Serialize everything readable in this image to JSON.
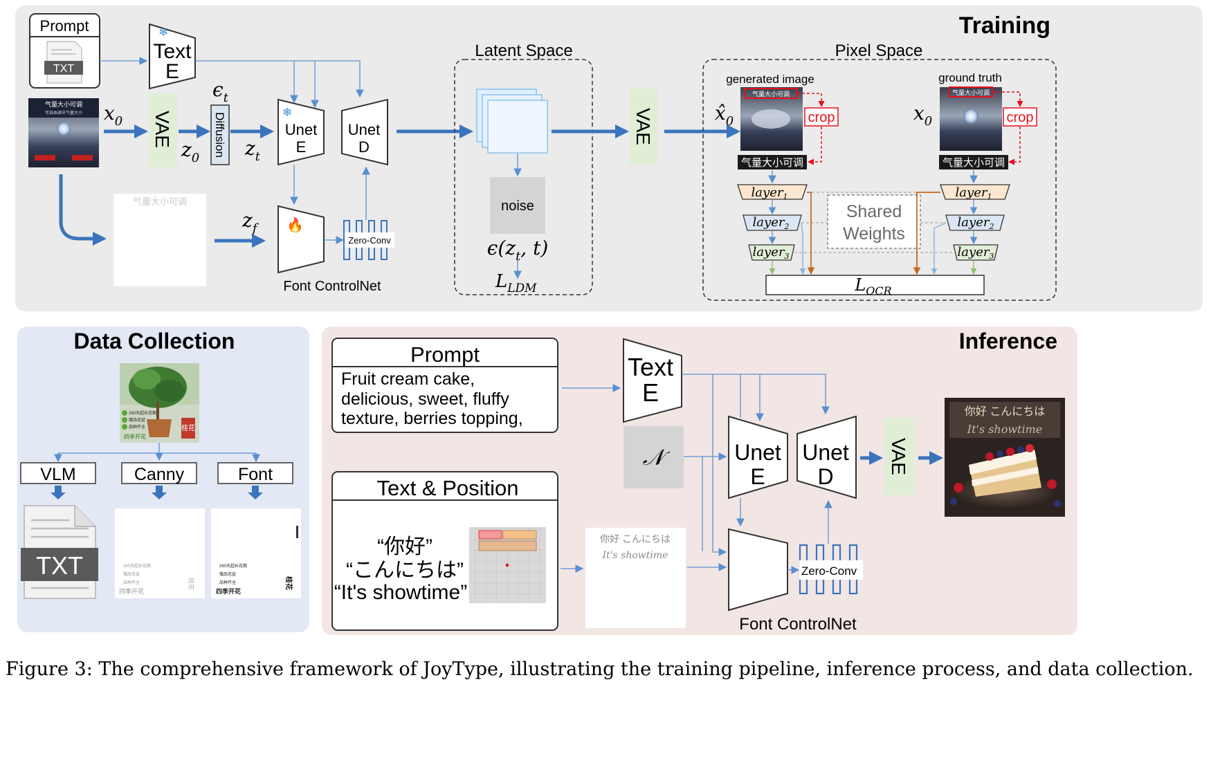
{
  "training": {
    "title": "Training",
    "prompt_label": "Prompt",
    "txt_label": "TXT",
    "text_encoder": [
      "Text",
      "E"
    ],
    "vae_label": "VAE",
    "x0": "x",
    "x0_sub": "0",
    "z0": "z",
    "z0_sub": "0",
    "eps": "ϵ",
    "eps_sub": "t",
    "diffusion_label": "Diffusion",
    "zt": "z",
    "zt_sub": "t",
    "zf": "z",
    "zf_sub": "f",
    "unet_e": [
      "Unet",
      "E"
    ],
    "unet_d": [
      "Unet",
      "D"
    ],
    "zero_conv": "Zero-Conv",
    "font_controlnet": "Font ControlNet",
    "latent_space": "Latent Space",
    "noise": "noise",
    "eps_pred": "ϵ(z",
    "eps_pred_sub": "t",
    "eps_pred_tail": ", t)",
    "l_ldm": "L",
    "l_ldm_sub": "LDM",
    "vae2_label": "VAE",
    "pixel_space": "Pixel Space",
    "generated_image": "generated image",
    "ground_truth": "ground truth",
    "xhat0": "x̂",
    "xhat0_sub": "0",
    "x0b": "x",
    "x0b_sub": "0",
    "crop": "crop",
    "crop_text": "气量大小可调",
    "layers": [
      {
        "name": "layer",
        "sub": "1"
      },
      {
        "name": "layer",
        "sub": "2"
      },
      {
        "name": "layer",
        "sub": "3"
      }
    ],
    "shared_weights": [
      "Shared",
      "Weights"
    ],
    "l_ocr": "L",
    "l_ocr_sub": "OCR",
    "product_text": "气量大小可调",
    "product_sub": "可自由调节气量大小",
    "render_text": "气量大小可调"
  },
  "data_collection": {
    "title": "Data Collection",
    "branches": [
      "VLM",
      "Canny",
      "Font"
    ],
    "txt_label": "TXT",
    "photo_lines": [
      "260天超长花期",
      "赠品花盆",
      "品种齐全"
    ],
    "photo_footer": "四季开花",
    "photo_tag": "桂花"
  },
  "inference": {
    "title": "Inference",
    "prompt_title": "Prompt",
    "prompt_lines": [
      "Fruit cream cake,",
      "delicious, sweet, fluffy",
      "texture, berries topping,"
    ],
    "text_position_title": "Text & Position",
    "quotes": [
      "“你好”",
      "“こんにちは”",
      "“It's showtime”"
    ],
    "text_encoder": [
      "Text",
      "E"
    ],
    "noise_symbol": "𝒩",
    "unet_e": [
      "Unet",
      "E"
    ],
    "unet_d": [
      "Unet",
      "D"
    ],
    "vae_label": "VAE",
    "zero_conv": "Zero-Conv",
    "font_controlnet": "Font ControlNet",
    "glyph_lines": [
      "你好 こんにちは",
      "It's showtime"
    ],
    "cake_lines": [
      "你好 こんにちは",
      "It's showtime"
    ]
  },
  "caption": "Figure 3: The comprehensive framework of JoyType, illustrating the training pipeline, inference process, and data collection.",
  "colors": {
    "training_bg": "#ebebeb",
    "data_bg": "#e3e8f5",
    "inference_bg": "#f2e6e4",
    "arrow_blue": "#3a74bd",
    "vae_green": "#e0eed6",
    "crop_red": "#e8101a",
    "noise_gray": "#d4d4d4",
    "layer1_fill": "#fbe6cf",
    "layer2_fill": "#dbe6f4",
    "layer3_fill": "#e2eed7",
    "orange_line": "#c66a1e",
    "green_line": "#90c06a",
    "lightblue_line": "#8bb3df"
  }
}
